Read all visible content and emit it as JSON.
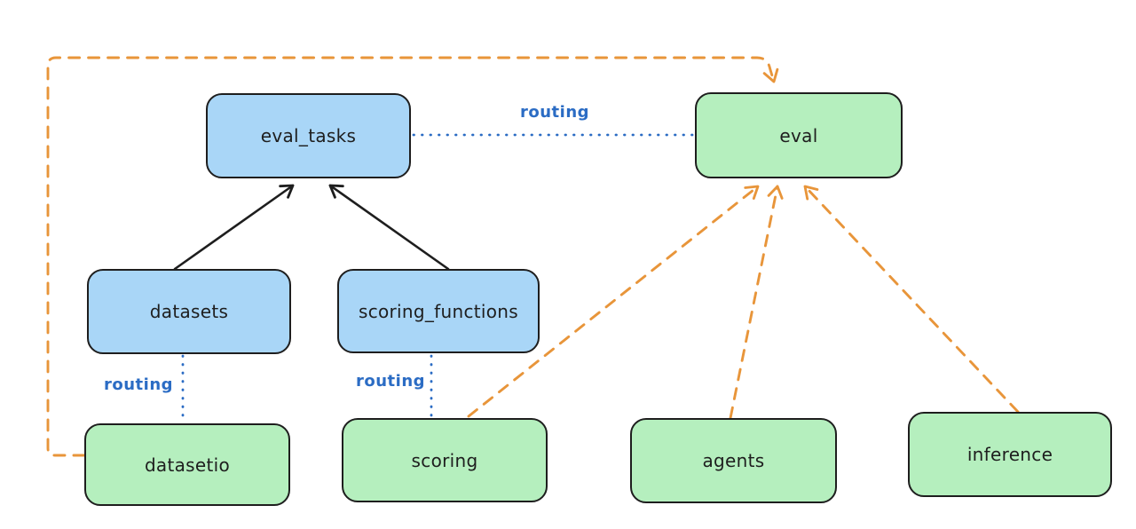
{
  "diagram": {
    "type": "flowchart",
    "background": "#ffffff",
    "nodes": [
      {
        "id": "eval_tasks",
        "label": "eval_tasks",
        "kind": "registry",
        "fill": "#a9d6f7"
      },
      {
        "id": "eval",
        "label": "eval",
        "kind": "api",
        "fill": "#b5efbe"
      },
      {
        "id": "datasets",
        "label": "datasets",
        "kind": "registry",
        "fill": "#a9d6f7"
      },
      {
        "id": "scoring_functions",
        "label": "scoring_functions",
        "kind": "registry",
        "fill": "#a9d6f7"
      },
      {
        "id": "datasetio",
        "label": "datasetio",
        "kind": "api",
        "fill": "#b5efbe"
      },
      {
        "id": "scoring",
        "label": "scoring",
        "kind": "api",
        "fill": "#b5efbe"
      },
      {
        "id": "agents",
        "label": "agents",
        "kind": "api",
        "fill": "#b5efbe"
      },
      {
        "id": "inference",
        "label": "inference",
        "kind": "api",
        "fill": "#b5efbe"
      }
    ],
    "edges": [
      {
        "from": "datasets",
        "to": "eval_tasks",
        "style": "solid",
        "color": "#1e1e1e",
        "arrow": true,
        "label": ""
      },
      {
        "from": "scoring_functions",
        "to": "eval_tasks",
        "style": "solid",
        "color": "#1e1e1e",
        "arrow": true,
        "label": ""
      },
      {
        "from": "eval_tasks",
        "to": "eval",
        "style": "dotted",
        "color": "#2b6cc4",
        "arrow": false,
        "label": "routing"
      },
      {
        "from": "datasets",
        "to": "datasetio",
        "style": "dotted",
        "color": "#2b6cc4",
        "arrow": false,
        "label": "routing"
      },
      {
        "from": "scoring_functions",
        "to": "scoring",
        "style": "dotted",
        "color": "#2b6cc4",
        "arrow": false,
        "label": "routing"
      },
      {
        "from": "datasetio",
        "to": "eval",
        "style": "dashed",
        "color": "#e8953a",
        "arrow": true,
        "label": ""
      },
      {
        "from": "scoring",
        "to": "eval",
        "style": "dashed",
        "color": "#e8953a",
        "arrow": true,
        "label": ""
      },
      {
        "from": "agents",
        "to": "eval",
        "style": "dashed",
        "color": "#e8953a",
        "arrow": true,
        "label": ""
      },
      {
        "from": "inference",
        "to": "eval",
        "style": "dashed",
        "color": "#e8953a",
        "arrow": true,
        "label": ""
      }
    ],
    "colors": {
      "node_border": "#1e1e1e",
      "registry_fill": "#a9d6f7",
      "api_fill": "#b5efbe",
      "routing_line": "#2b6cc4",
      "dependency_arrow": "#1e1e1e",
      "impl_arrow": "#e8953a"
    }
  }
}
